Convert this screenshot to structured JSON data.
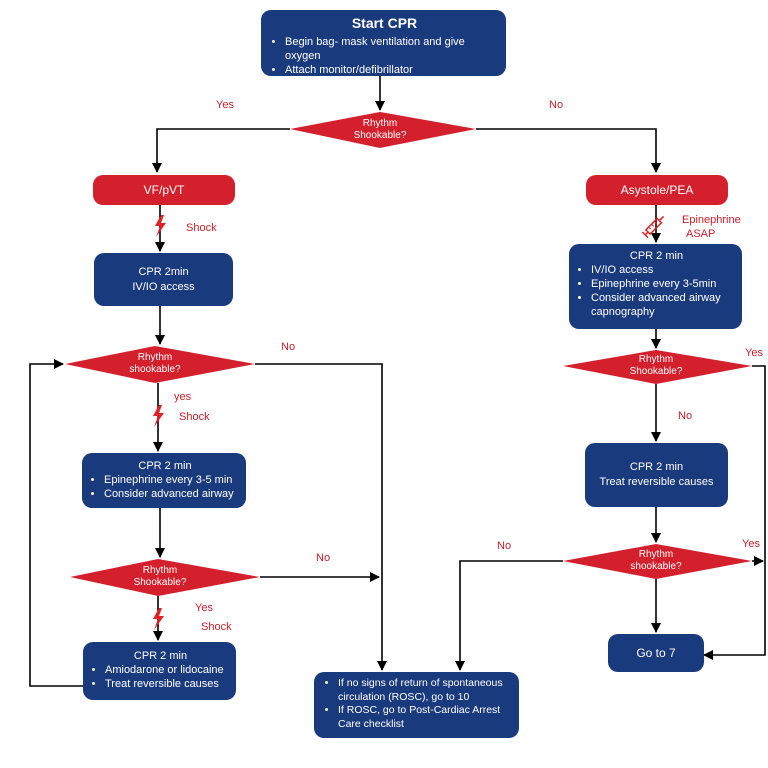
{
  "start": {
    "title": "Start CPR",
    "items": [
      "Begin bag- mask ventilation and give oxygen",
      "Attach monitor/defibrillator"
    ]
  },
  "d1": {
    "line1": "Rhythm",
    "line2": "Shookable?"
  },
  "vf": {
    "label": "VF/pVT"
  },
  "asy": {
    "label": "Asystole/PEA"
  },
  "cpr_left1": {
    "line1": "CPR 2min",
    "line2": "IV/IO access"
  },
  "d2": {
    "line1": "Rhythm",
    "line2": "shookable?"
  },
  "cpr_left2": {
    "title": "CPR 2 min",
    "items": [
      "Epinephrine every 3-5 min",
      "Consider advanced airway"
    ]
  },
  "d3": {
    "line1": "Rhythm",
    "line2": "Shookable?"
  },
  "cpr_left3": {
    "title": "CPR 2 min",
    "items": [
      "Amiodarone or lidocaine",
      "Treat reversible causes"
    ]
  },
  "cpr_right1": {
    "title": "CPR 2 min",
    "items": [
      "IV/IO access",
      "Epinephrine every 3-5min",
      "Consider advanced airway capnography"
    ]
  },
  "d4": {
    "line1": "Rhythm",
    "line2": "Shookable?"
  },
  "cpr_right2": {
    "line1": "CPR 2 min",
    "line2": "Treat reversible causes"
  },
  "d5": {
    "line1": "Rhythm",
    "line2": "shookable?"
  },
  "goto7": {
    "label": "Go to 7"
  },
  "final": {
    "items": [
      "If no signs of return of spontaneous circulation (ROSC), go to 10",
      "If ROSC, go to Post-Cardiac Arrest Care checklist"
    ]
  },
  "labels": {
    "yes_d1": "Yes",
    "no_d1": "No",
    "shock1": "Shock",
    "epi1": "Epinephrine",
    "epi2": "ASAP",
    "no_d2": "No",
    "yes_d2": "yes",
    "shock2": "Shock",
    "no_d3": "No",
    "yes_d3": "Yes",
    "shock3": "Shock",
    "yes_d4": "Yes",
    "no_d4": "No",
    "no_d5": "No",
    "yes_d5": "Yes"
  },
  "colors": {
    "navy": "#1a3a7e",
    "red": "#d4202c",
    "label_red": "#c81e2a"
  }
}
